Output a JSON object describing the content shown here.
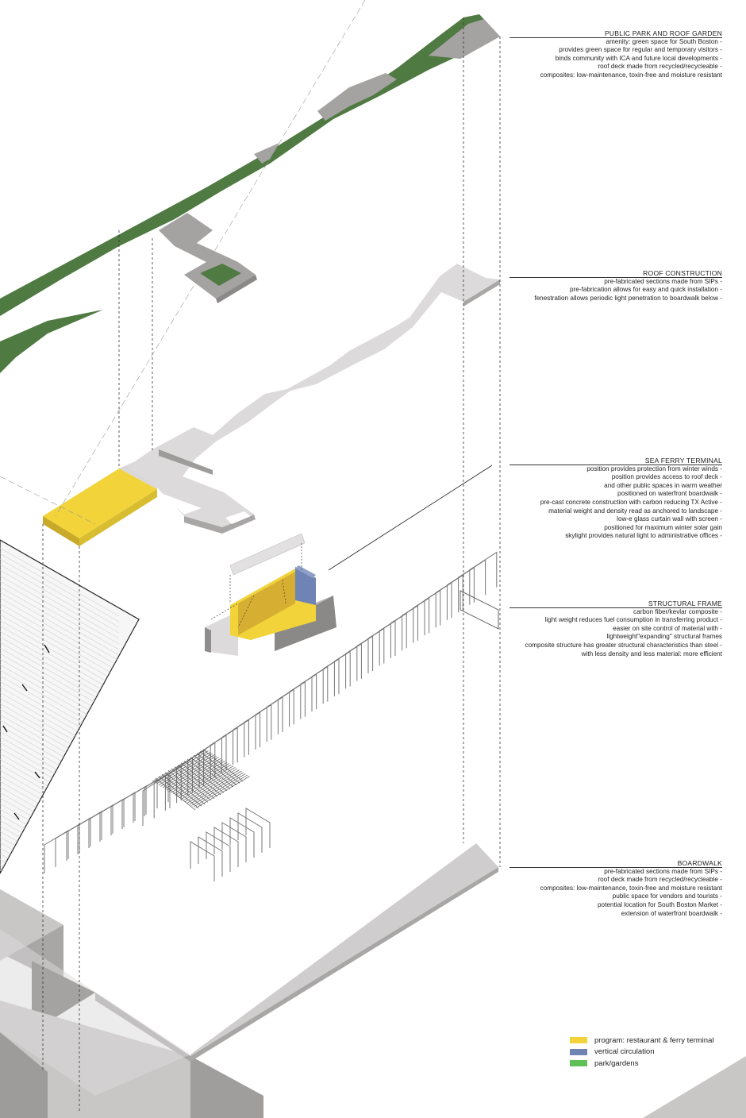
{
  "colors": {
    "program": "#f2d43a",
    "vertical": "#6f83b5",
    "park": "#5fbf58",
    "roofGreen": "#4f7a42",
    "slab": "#d9d7d7",
    "slabDark": "#b8b5b5"
  },
  "annotations": [
    {
      "title": "PUBLIC PARK AND ROOF GARDEN",
      "lines": [
        "amenity: green space for South Boston -",
        "provides green space for regular and temporary visitors -",
        "binds community with ICA and future local developments -",
        "roof deck made from recycled/recycleable -",
        "composites: low-maintenance, toxin-free and moisture resistant"
      ]
    },
    {
      "title": "ROOF CONSTRUCTION",
      "lines": [
        "pre-fabricated sections made from SIPs -",
        "pre-fabrication allows for easy and quick installation -",
        "fenestration allows periodic light penetration to boardwalk below -"
      ]
    },
    {
      "title": "SEA FERRY TERMINAL",
      "lines": [
        "position provides protection from winter winds -",
        "position provides access to roof deck -",
        "and other public spaces in warm weather",
        "positioned on waterfront boardwalk -",
        "pre-cast concrete construction with carbon reducing TX Active -",
        "material weight and density read as anchored to landscape -",
        "low-e glass curtain wall with screen -",
        "positioned for maximum winter solar gain",
        "skylight provides natural light to administrative offices -"
      ]
    },
    {
      "title": "STRUCTURAL FRAME",
      "lines": [
        "carbon fiber/kevlar composite -",
        "light weight reduces fuel consumption in transferring product -",
        "easier on site control of material with -",
        "lightweight\"expanding\" structural frames",
        "composite structure has greater structural characteristics than steel -",
        "with less density and less material:  more efficient"
      ]
    },
    {
      "title": "BOARDWALK",
      "lines": [
        "pre-fabricated sections made from SIPs -",
        "roof deck made from recycled/recycleable -",
        "composites: low-maintenance, toxin-free and moisture resistant",
        "public space for vendors and tourists -",
        "potential location for South Boston Market -",
        "extension of waterfront boardwalk -"
      ]
    }
  ],
  "legend": [
    {
      "label": "program: restaurant & ferry terminal",
      "color": "#f2d43a"
    },
    {
      "label": "vertical circulation",
      "color": "#6f83b5"
    },
    {
      "label": "park/gardens",
      "color": "#5fbf58"
    }
  ]
}
